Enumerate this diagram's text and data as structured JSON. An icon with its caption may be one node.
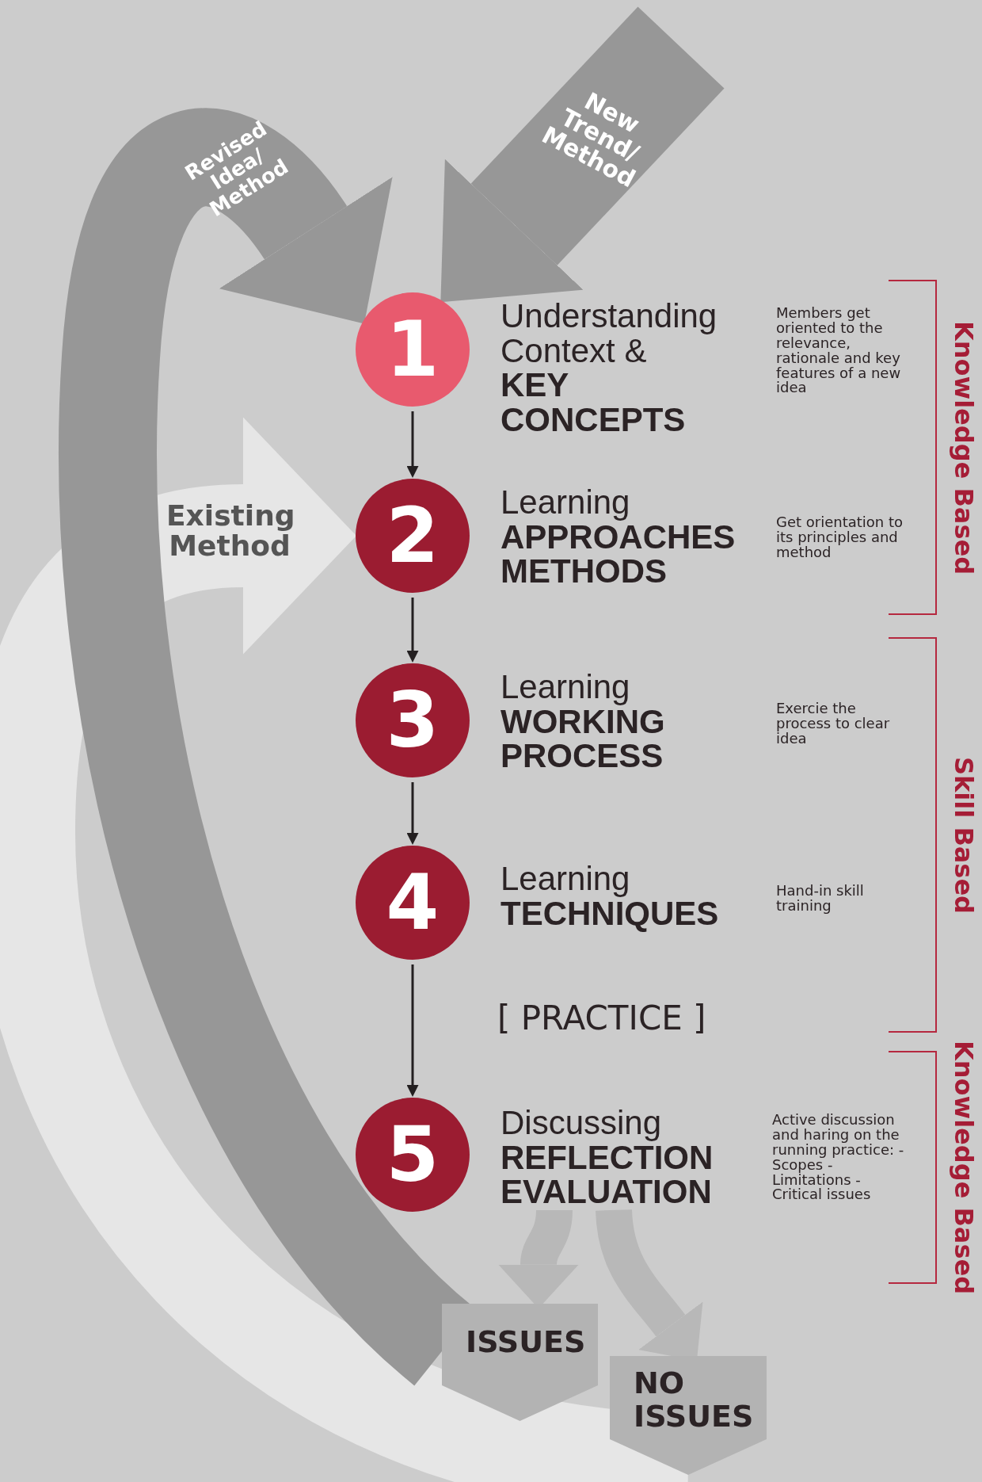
{
  "diagram": {
    "nodes": [
      {
        "text": [
          "1",
          "Understanding Context & **KEY CONCEPTS**"
        ]
      },
      {
        "text": [
          "2",
          "Learning **APPROACHES METHODS**"
        ]
      },
      {
        "text": [
          "3",
          "Learning **WORKING PROCESS**"
        ]
      },
      {
        "text": [
          "4",
          "Learning **TECHNIQUES**"
        ]
      },
      {
        "text": [
          "5",
          "Discussing **REFLECTION EVALUATION**"
        ]
      },
      {
        "text": [
          "ISSUES"
        ]
      },
      {
        "text": [
          "NO ISSUES"
        ]
      }
    ],
    "edges": [
      {
        "from": 0,
        "to": 1,
        "arrow": "to"
      },
      {
        "from": 1,
        "to": 2,
        "arrow": "to"
      },
      {
        "from": 2,
        "to": 3,
        "arrow": "to"
      },
      {
        "from": 3,
        "to": 4,
        "arrow": "to",
        "label": "[ PRACTICE ]"
      },
      {
        "from": 4,
        "to": 5,
        "arrow": "to",
        "color": "#b8b8b8"
      },
      {
        "from": 4,
        "to": 6,
        "arrow": "to",
        "color": "#b8b8b8"
      },
      {
        "from": 5,
        "to": 0,
        "arrow": "to",
        "label": "Revised Idea/ Method",
        "style": "thick",
        "color": "#979797"
      },
      {
        "from": null,
        "to": 0,
        "arrow": "to",
        "label": "New Trend/ Method",
        "style": "thick",
        "color": "#979797"
      },
      {
        "from": 6,
        "to": 1,
        "arrow": "to",
        "label": "Existing Method",
        "style": "thick",
        "color": "#e6e6e6"
      }
    ],
    "labels": [
      "Members get oriented to the relevance, rationale and key features of a new idea",
      "Knowledge Based",
      "Get orientation to its principles and method",
      "Exercie the process to clear idea",
      "Skill Based",
      "Hand-in skill training",
      "Active discussion and haring on the running practice: -Scopes -Limitations -Critical issues",
      "Knowledge Based"
    ]
  }
}
